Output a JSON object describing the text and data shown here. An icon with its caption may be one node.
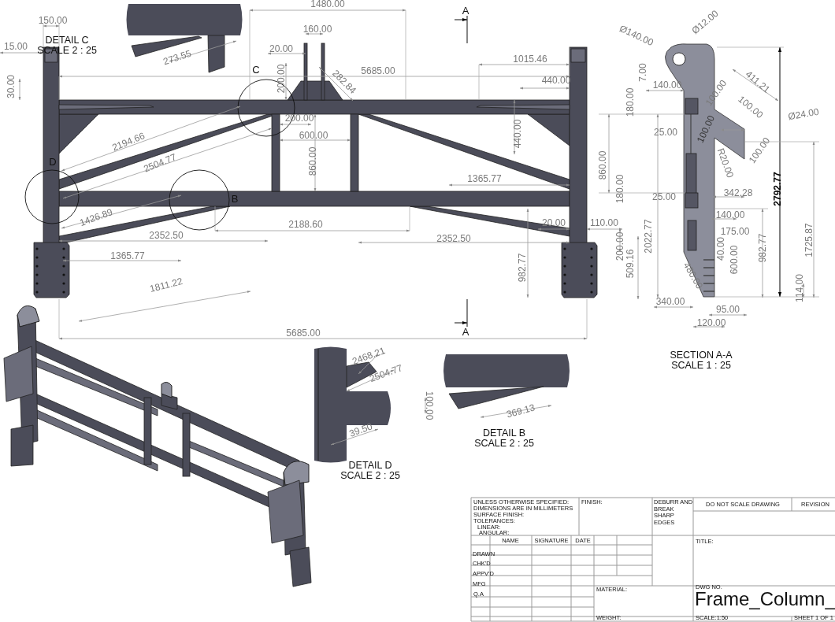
{
  "diagram": {
    "labels": [
      "1480.00",
      "A",
      "150.00",
      "DETAIL C SCALE 2 : 25",
      "15.00",
      "160.00",
      "20.00",
      "273.55",
      "Ø140.00",
      "Ø12.00",
      "C",
      "5685.00",
      "1015.46",
      "282.84",
      "200.00",
      "440.00",
      "30.00",
      "7.00",
      "140.00",
      "411.21",
      "100.00",
      "180.00",
      "100.00",
      "Ø24.00",
      "200.00",
      "100.00",
      "600.00",
      "25.00",
      "100.00",
      "2194.66",
      "440.00",
      "R20.00",
      "860.00",
      "D",
      "860.00",
      "2504.77",
      "2792.77",
      "1365.77",
      "180.00",
      "342.28",
      "B",
      "25.00",
      "1426.89",
      "140.00",
      "2188.60",
      "20.00",
      "110.00",
      "2022.77",
      "175.00",
      "2352.50",
      "2352.50",
      "1725.87",
      "200.00",
      "40.00",
      "982.77",
      "1365.77",
      "600.00",
      "509.16",
      "982.77",
      "480.00",
      "1811.22",
      "114.00",
      "340.00",
      "95.00",
      "120.00",
      "5685.00",
      "A",
      "2468.21",
      "2504.77",
      "SECTION A-A SCALE 1 : 25",
      "100.00",
      "369.13",
      "DETAIL B SCALE 2 : 25",
      "39.50",
      "DETAIL D SCALE 2 : 25",
      "UNLESS OTHERWISE SPECIFIED:",
      "DIMENSIONS ARE IN MILLIMETERS",
      "SURFACE FINISH:",
      "TOLERANCES:",
      "LINEAR:",
      "ANGULAR:",
      "FINISH:",
      "DEBURR AND BREAK SHARP EDGES",
      "DO NOT SCALE DRAWING",
      "REVISION",
      "NAME",
      "SIGNATURE",
      "DATE",
      "TITLE:",
      "DRAWN",
      "CHK'D",
      "APPV'D",
      "MFG",
      "Q.A",
      "MATERIAL:",
      "DWG NO.",
      "Frame_Column_",
      "WEIGHT:",
      "SCALE:1:50",
      "SHEET 1 OF 1"
    ]
  }
}
